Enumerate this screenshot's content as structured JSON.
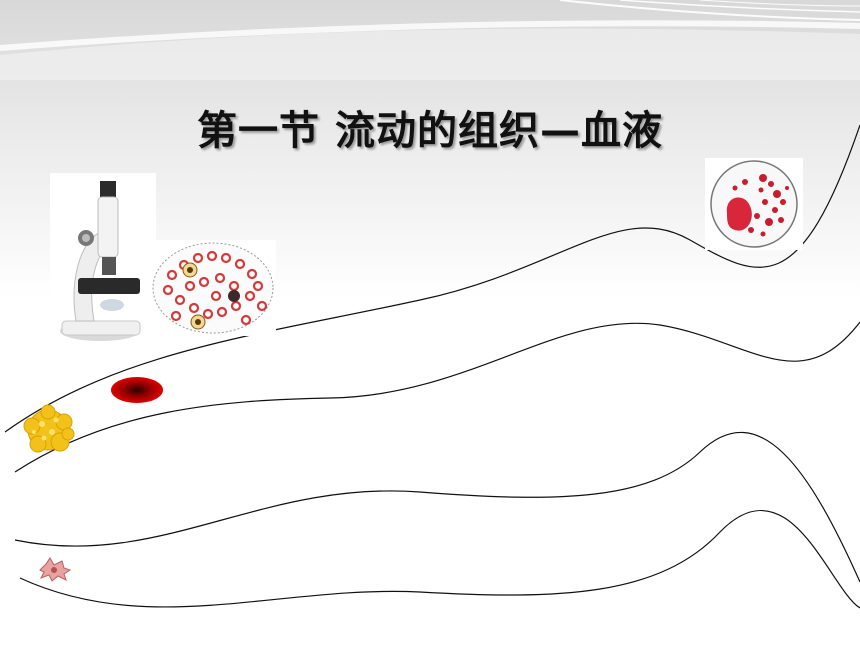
{
  "slide": {
    "title": "第一节  流动的组织—血液"
  },
  "colors": {
    "background_top": "#d8d8d8",
    "background_bottom": "#ffffff",
    "title_text": "#111111",
    "wave_stroke": "#111111",
    "red_cell": "#cc0000",
    "white_cell": "#f2c21b",
    "platelet": "#d98c8c"
  },
  "images": {
    "microscope": "microscope-image",
    "left_smear": "blood-smear-image",
    "right_smear": "blood-smear-image",
    "red_cell": "red-blood-cell-image",
    "white_cell": "white-blood-cell-image",
    "platelet": "platelet-image"
  }
}
